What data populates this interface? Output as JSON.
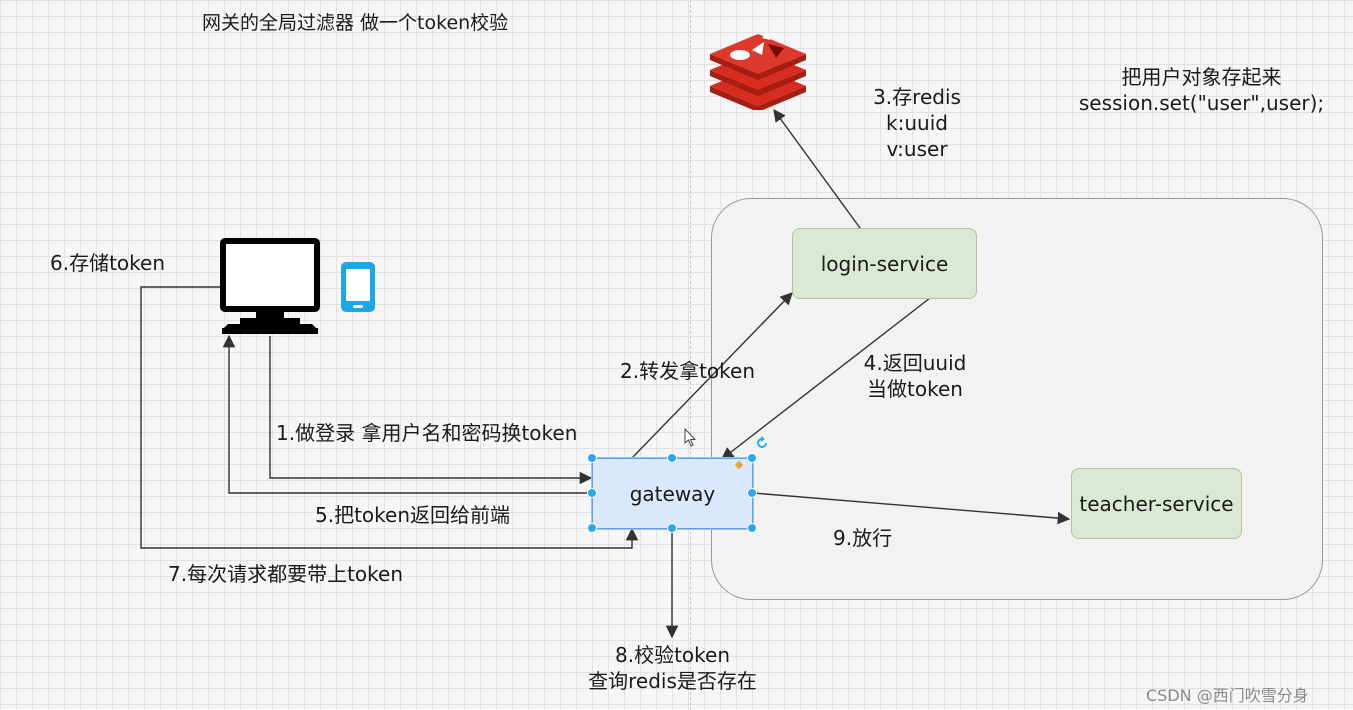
{
  "title": "网关的全局过滤器 做一个token校验",
  "session_note": {
    "line1": "把用户对象存起来",
    "line2": "session.set(\"user\",user);"
  },
  "redis_note": {
    "line1": "3.存redis",
    "line2": "k:uuid",
    "line3": "v:user"
  },
  "nodes": {
    "login_service": "login-service",
    "gateway": "gateway",
    "teacher_service": "teacher-service"
  },
  "labels": {
    "store_token": "6.存储token",
    "forward": "2.转发拿token",
    "return_uuid_1": "4.返回uuid",
    "return_uuid_2": "当做token",
    "login": "1.做登录  拿用户名和密码换token",
    "return_token": "5.把token返回给前端",
    "each_request": "7.每次请求都要带上token",
    "release": "9.放行",
    "verify_1": "8.校验token",
    "verify_2": "查询redis是否存在"
  },
  "watermark": "CSDN @西门吹雪分身",
  "colors": {
    "redis_red": "#d82c20",
    "service_fill": "#dbe8d4",
    "gateway_fill": "#dae8fc",
    "selection_blue": "#29a8f0",
    "phone_blue": "#1ea7e8"
  },
  "icons": [
    "redis-logo-icon",
    "desktop-computer-icon",
    "mobile-phone-icon",
    "rotate-icon",
    "cursor-icon"
  ]
}
